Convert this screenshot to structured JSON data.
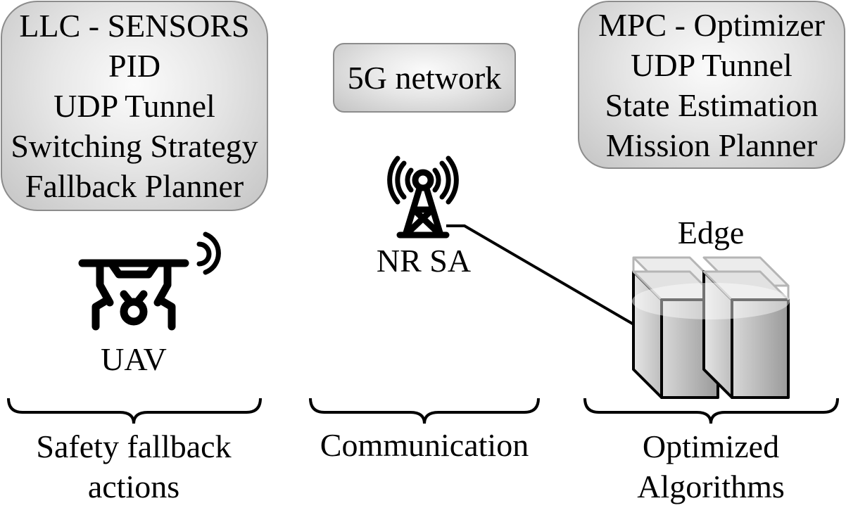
{
  "boxes": {
    "llc": [
      "LLC - SENSORS",
      "PID",
      "UDP Tunnel",
      "Switching Strategy",
      "Fallback Planner"
    ],
    "mpc": [
      "MPC - Optimizer",
      "UDP Tunnel",
      "State Estimation",
      "Mission Planner"
    ],
    "network": "5G network"
  },
  "nodes": {
    "uav": "UAV",
    "base_station": "NR SA",
    "edge": "Edge"
  },
  "groups": {
    "safety": [
      "Safety fallback",
      "actions"
    ],
    "communication": "Communication",
    "optimized": [
      "Optimized",
      "Algorithms"
    ]
  },
  "icons": {
    "uav": "drone-icon",
    "base_station": "antenna-tower-icon",
    "edge": "server-rack-icon"
  }
}
